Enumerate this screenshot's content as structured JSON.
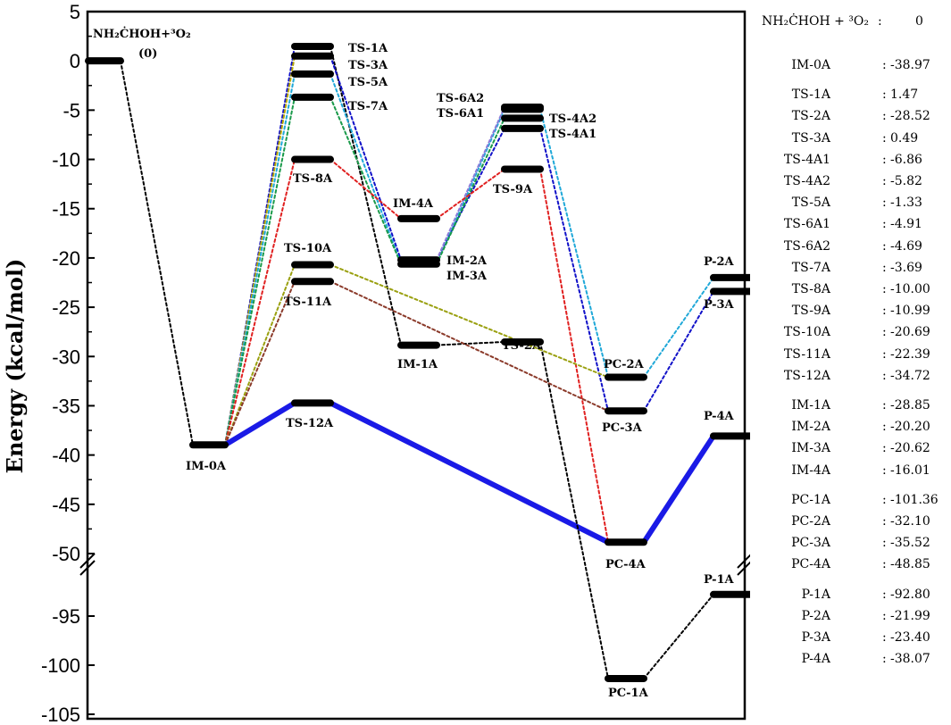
{
  "chart_data": {
    "type": "line",
    "ylabel": "Energy (kcal/mol)",
    "yticks_upper": [
      "5",
      "0",
      "-5",
      "-10",
      "-15",
      "-20",
      "-25",
      "-30",
      "-35",
      "-40",
      "-45",
      "-50"
    ],
    "yticks_lower": [
      "-95",
      "-100",
      "-105"
    ],
    "ylim_upper": [
      -50,
      5
    ],
    "ylim_lower": [
      -105,
      -90
    ],
    "levels": [
      {
        "name": "NH2ĊHOH+3O2",
        "value": 0,
        "pos": 0
      },
      {
        "name": "IM-0A",
        "value": -38.97,
        "pos": 1
      },
      {
        "name": "TS-1A",
        "value": 1.47,
        "pos": 2
      },
      {
        "name": "TS-3A",
        "value": 0.49,
        "pos": 2
      },
      {
        "name": "TS-5A",
        "value": -1.33,
        "pos": 2
      },
      {
        "name": "TS-7A",
        "value": -3.69,
        "pos": 2
      },
      {
        "name": "TS-8A",
        "value": -10.0,
        "pos": 2
      },
      {
        "name": "TS-10A",
        "value": -20.69,
        "pos": 2
      },
      {
        "name": "TS-11A",
        "value": -22.39,
        "pos": 2
      },
      {
        "name": "TS-12A",
        "value": -34.72,
        "pos": 2
      },
      {
        "name": "IM-4A",
        "value": -16.01,
        "pos": 3
      },
      {
        "name": "IM-2A",
        "value": -20.2,
        "pos": 3
      },
      {
        "name": "IM-3A",
        "value": -20.62,
        "pos": 3
      },
      {
        "name": "IM-1A",
        "value": -28.85,
        "pos": 3
      },
      {
        "name": "TS-2A",
        "value": -28.52,
        "pos": 4
      },
      {
        "name": "TS-6A2",
        "value": -4.69,
        "pos": 4
      },
      {
        "name": "TS-6A1",
        "value": -4.91,
        "pos": 4
      },
      {
        "name": "TS-4A2",
        "value": -5.82,
        "pos": 4
      },
      {
        "name": "TS-4A1",
        "value": -6.86,
        "pos": 4
      },
      {
        "name": "TS-9A",
        "value": -10.99,
        "pos": 4
      },
      {
        "name": "PC-2A",
        "value": -32.1,
        "pos": 5
      },
      {
        "name": "PC-3A",
        "value": -35.52,
        "pos": 5
      },
      {
        "name": "PC-4A",
        "value": -48.85,
        "pos": 5
      },
      {
        "name": "PC-1A",
        "value": -101.36,
        "pos": 5
      },
      {
        "name": "P-2A",
        "value": -21.99,
        "pos": 6
      },
      {
        "name": "P-3A",
        "value": -23.4,
        "pos": 6
      },
      {
        "name": "P-4A",
        "value": -38.07,
        "pos": 6
      },
      {
        "name": "P-1A",
        "value": -92.8,
        "pos": 6
      }
    ],
    "paths": [
      {
        "color": "#000000",
        "width": 2,
        "dash": true,
        "points": [
          [
            "NH2ĊHOH+3O2",
            0
          ],
          [
            "IM-0A",
            1
          ]
        ]
      },
      {
        "color": "#1010c8",
        "width": 2,
        "dash": true,
        "points": [
          [
            "IM-0A",
            1
          ],
          [
            "TS-1A",
            2
          ]
        ]
      },
      {
        "color": "#b8a800",
        "width": 2,
        "dash": true,
        "points": [
          [
            "IM-0A",
            1
          ],
          [
            "TS-3A",
            2
          ]
        ]
      },
      {
        "color": "#1fa8d8",
        "width": 2,
        "dash": true,
        "points": [
          [
            "IM-0A",
            1
          ],
          [
            "TS-5A",
            2
          ]
        ]
      },
      {
        "color": "#1a9a4a",
        "width": 2,
        "dash": true,
        "points": [
          [
            "IM-0A",
            1
          ],
          [
            "TS-7A",
            2
          ]
        ]
      },
      {
        "color": "#e02020",
        "width": 2,
        "dash": true,
        "points": [
          [
            "IM-0A",
            1
          ],
          [
            "TS-8A",
            2
          ]
        ]
      },
      {
        "color": "#9aa010",
        "width": 2,
        "dash": true,
        "points": [
          [
            "IM-0A",
            1
          ],
          [
            "TS-10A",
            2
          ]
        ]
      },
      {
        "color": "#8b3a2a",
        "width": 2,
        "dash": true,
        "points": [
          [
            "IM-0A",
            1
          ],
          [
            "TS-11A",
            2
          ]
        ]
      },
      {
        "color": "#1a1ae6",
        "width": 6,
        "dash": false,
        "points": [
          [
            "IM-0A",
            1
          ],
          [
            "TS-12A",
            2
          ],
          [
            "PC-4A",
            5
          ],
          [
            "P-4A",
            6
          ]
        ]
      },
      {
        "color": "#000000",
        "width": 2,
        "dash": true,
        "points": [
          [
            "TS-1A",
            2
          ],
          [
            "IM-1A",
            3
          ],
          [
            "TS-2A",
            4
          ],
          [
            "PC-1A",
            5
          ],
          [
            "P-1A",
            6
          ]
        ]
      },
      {
        "color": "#1010c8",
        "width": 2,
        "dash": true,
        "points": [
          [
            "TS-3A",
            2
          ],
          [
            "IM-2A",
            3
          ],
          [
            "TS-4A1",
            4
          ],
          [
            "PC-3A",
            5
          ],
          [
            "P-3A",
            6
          ]
        ]
      },
      {
        "color": "#1fa8d8",
        "width": 2,
        "dash": true,
        "points": [
          [
            "TS-5A",
            2
          ],
          [
            "IM-3A",
            3
          ],
          [
            "TS-6A1",
            4
          ],
          [
            "PC-2A",
            5
          ],
          [
            "P-2A",
            6
          ]
        ]
      },
      {
        "color": "#1a9a4a",
        "width": 2,
        "dash": true,
        "points": [
          [
            "TS-7A",
            2
          ],
          [
            "IM-3A",
            3
          ],
          [
            "TS-4A2",
            4
          ]
        ]
      },
      {
        "color": "#8a7ad8",
        "width": 2,
        "dash": true,
        "points": [
          [
            "IM-2A",
            3
          ],
          [
            "TS-6A2",
            4
          ]
        ]
      },
      {
        "color": "#e02020",
        "width": 2,
        "dash": true,
        "points": [
          [
            "TS-8A",
            2
          ],
          [
            "IM-4A",
            3
          ],
          [
            "TS-9A",
            4
          ],
          [
            "PC-4A",
            5
          ]
        ]
      },
      {
        "color": "#9aa010",
        "width": 2,
        "dash": true,
        "points": [
          [
            "TS-10A",
            2
          ],
          [
            "PC-2A",
            5
          ]
        ]
      },
      {
        "color": "#8b3a2a",
        "width": 2,
        "dash": true,
        "points": [
          [
            "TS-11A",
            2
          ],
          [
            "PC-3A",
            5
          ]
        ]
      }
    ],
    "labels": [
      {
        "text": "NH₂ĊHOH+³O₂",
        "value": 0
      },
      {
        "text": "(0)",
        "value": 0
      },
      {
        "text": "IM-0A",
        "value": -38.97
      },
      {
        "text": "TS-1A",
        "value": 1.47
      },
      {
        "text": "TS-3A",
        "value": 0.49
      },
      {
        "text": "TS-5A",
        "value": -1.33
      },
      {
        "text": "TS-7A",
        "value": -3.69
      },
      {
        "text": "TS-8A",
        "value": -10.0
      },
      {
        "text": "TS-10A",
        "value": -20.69
      },
      {
        "text": "TS-11A",
        "value": -22.39
      },
      {
        "text": "TS-12A",
        "value": -34.72
      },
      {
        "text": "IM-4A",
        "value": -16.01
      },
      {
        "text": "IM-2A",
        "value": -20.2
      },
      {
        "text": "IM-3A",
        "value": -20.62
      },
      {
        "text": "IM-1A",
        "value": -28.85
      },
      {
        "text": "TS-2A",
        "value": -28.52
      },
      {
        "text": "TS-6A2",
        "value": -4.69
      },
      {
        "text": "TS-6A1",
        "value": -4.91
      },
      {
        "text": "TS-4A2",
        "value": -5.82
      },
      {
        "text": "TS-4A1",
        "value": -6.86
      },
      {
        "text": "TS-9A",
        "value": -10.99
      },
      {
        "text": "PC-2A",
        "value": -32.1
      },
      {
        "text": "PC-3A",
        "value": -35.52
      },
      {
        "text": "PC-4A",
        "value": -48.85
      },
      {
        "text": "PC-1A",
        "value": -101.36
      },
      {
        "text": "P-2A",
        "value": -21.99
      },
      {
        "text": "P-3A",
        "value": -23.4
      },
      {
        "text": "P-4A",
        "value": -38.07
      },
      {
        "text": "P-1A",
        "value": -92.8
      }
    ]
  },
  "table": {
    "header": {
      "name": "NH₂ĊHOH + ³O₂",
      "colon": ":",
      "value": "0"
    },
    "groups": [
      [
        {
          "name": "IM-0A",
          "value": "-38.97"
        }
      ],
      [
        {
          "name": "TS-1A",
          "value": "1.47"
        },
        {
          "name": "TS-2A",
          "value": "-28.52"
        },
        {
          "name": "TS-3A",
          "value": "0.49"
        },
        {
          "name": "TS-4A1",
          "value": "-6.86"
        },
        {
          "name": "TS-4A2",
          "value": "-5.82"
        },
        {
          "name": "TS-5A",
          "value": "-1.33"
        },
        {
          "name": "TS-6A1",
          "value": "-4.91"
        },
        {
          "name": "TS-6A2",
          "value": "-4.69"
        },
        {
          "name": "TS-7A",
          "value": "-3.69"
        },
        {
          "name": "TS-8A",
          "value": "-10.00"
        },
        {
          "name": "TS-9A",
          "value": "-10.99"
        },
        {
          "name": "TS-10A",
          "value": "-20.69"
        },
        {
          "name": "TS-11A",
          "value": "-22.39"
        },
        {
          "name": "TS-12A",
          "value": "-34.72"
        }
      ],
      [
        {
          "name": "IM-1A",
          "value": "-28.85"
        },
        {
          "name": "IM-2A",
          "value": "-20.20"
        },
        {
          "name": "IM-3A",
          "value": "-20.62"
        },
        {
          "name": "IM-4A",
          "value": "-16.01"
        }
      ],
      [
        {
          "name": "PC-1A",
          "value": "-101.36"
        },
        {
          "name": "PC-2A",
          "value": "-32.10"
        },
        {
          "name": "PC-3A",
          "value": "-35.52"
        },
        {
          "name": "PC-4A",
          "value": "-48.85"
        }
      ],
      [
        {
          "name": "P-1A",
          "value": "-92.80"
        },
        {
          "name": "P-2A",
          "value": "-21.99"
        },
        {
          "name": "P-3A",
          "value": "-23.40"
        },
        {
          "name": "P-4A",
          "value": "-38.07"
        }
      ]
    ]
  }
}
